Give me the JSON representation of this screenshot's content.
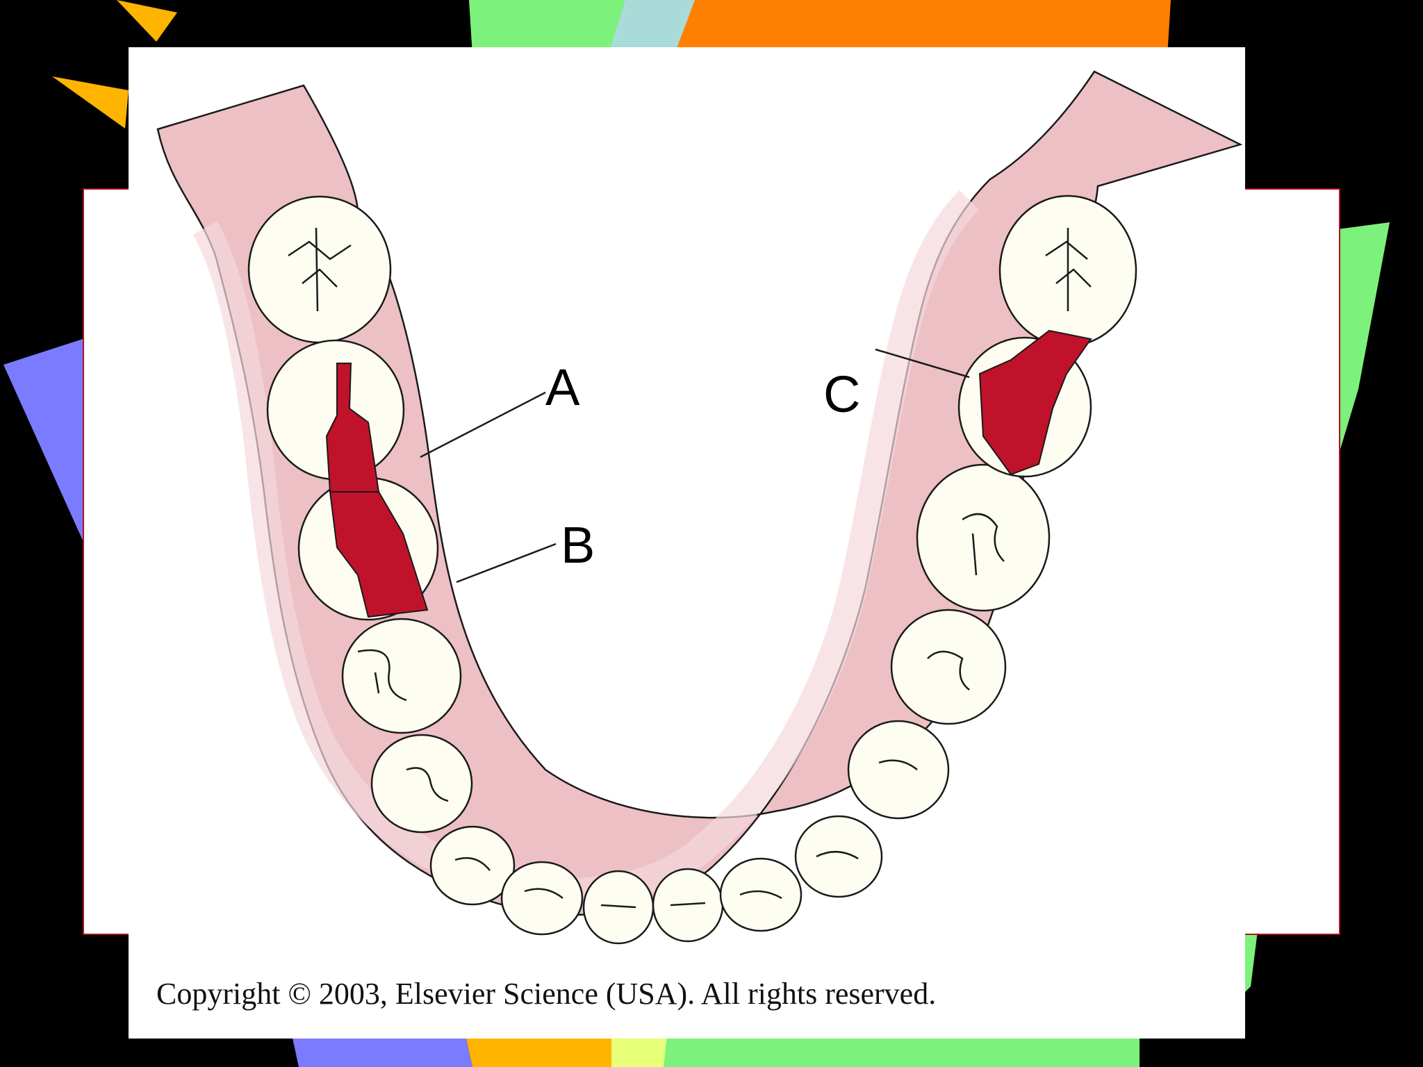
{
  "labels": {
    "a": "A",
    "b": "B",
    "c": "C"
  },
  "copyright": "Copyright © 2003, Elsevier Science (USA).  All rights reserved.",
  "colors": {
    "gum": "#ecc0c5",
    "gum_edge": "#f4d6da",
    "tooth": "#fdfdf2",
    "restoration": "#c0122a",
    "outline": "#1a1a1a",
    "slide_border": "#b0121b"
  }
}
